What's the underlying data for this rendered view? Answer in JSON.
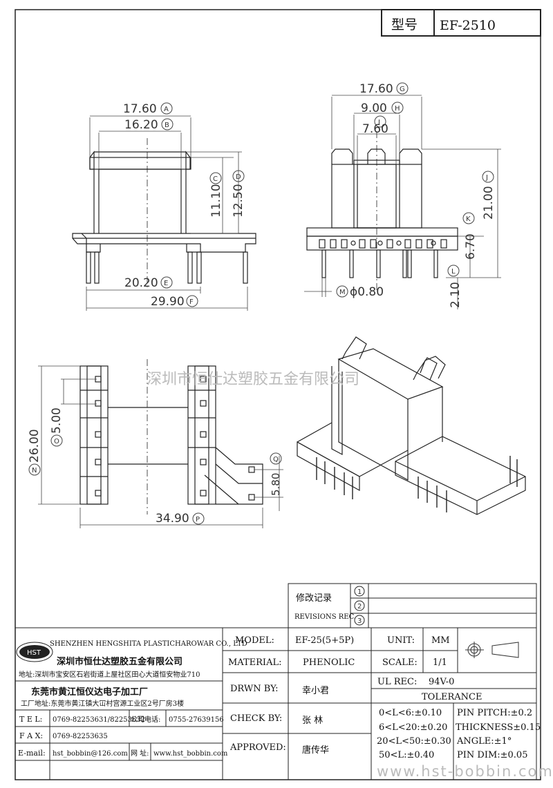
{
  "title_block": {
    "model_label": "型号",
    "model_value": "EF-2510"
  },
  "dimensions": {
    "A": {
      "value": "17.60",
      "mark": "A"
    },
    "B": {
      "value": "16.20",
      "mark": "B"
    },
    "C": {
      "value": "11.10",
      "mark": "C"
    },
    "D": {
      "value": "12.50",
      "mark": "D"
    },
    "E": {
      "value": "20.20",
      "mark": "E"
    },
    "F": {
      "value": "29.90",
      "mark": "F"
    },
    "G": {
      "value": "17.60",
      "mark": "G"
    },
    "H": {
      "value": "9.00",
      "mark": "H"
    },
    "I": {
      "value": "7.60",
      "mark": "I"
    },
    "J": {
      "value": "21.00",
      "mark": "J"
    },
    "K": {
      "value": "6.70",
      "mark": "K"
    },
    "L": {
      "value": "2.10",
      "mark": "L"
    },
    "M": {
      "value": "ϕ0.80",
      "mark": "M"
    },
    "N": {
      "value": "26.00",
      "mark": "N"
    },
    "O": {
      "value": "5.00",
      "mark": "O"
    },
    "P": {
      "value": "34.90",
      "mark": "P"
    },
    "Q": {
      "value": "5.80",
      "mark": "Q"
    }
  },
  "watermark_center": "深圳市恒仕达塑胶五金有限公司",
  "watermark_bottom": "www.hst-bobbin.com",
  "revisions": {
    "label_cn": "修改记录",
    "label_en": "REVISIONS REC.",
    "rows": [
      "1",
      "2",
      "3"
    ]
  },
  "company": {
    "name_en": "SHENZHEN HENGSHITA PLASTICHAROWAR CO., LTD",
    "logo_text": "HST",
    "name_cn": "深圳市恒仕达塑胶五金有限公司",
    "address": "地址:深圳市宝安区石岩街道上屋社区田心大道恒安物业710",
    "factory": "东莞市黄江恒仪达电子加工厂",
    "factory_address": "工厂地址:东莞市黄江镇大冚村宫源工业区2号厂房3楼",
    "tel_label": "T E L:",
    "tel": "0769-82253631/82253632",
    "company_tel_label": "公司电话:",
    "company_tel": "0755-27639156",
    "fax_label": "F A X:",
    "fax": "0769-82253635",
    "email_label": "E-mail:",
    "email": "hst_bobbin@126.com",
    "web_label": "网  址:",
    "web": "www.hst_bobbin.com"
  },
  "spec": {
    "model_label": "MODEL:",
    "model": "EF-25(5+5P)",
    "unit_label": "UNIT:",
    "unit": "MM",
    "material_label": "MATERIAL:",
    "material": "PHENOLIC",
    "scale_label": "SCALE:",
    "scale": "1/1",
    "drawn_label": "DRWN BY:",
    "drawn": "幸小君",
    "ul_label": "UL REC:",
    "ul": "94V-0",
    "tolerance_label": "TOLERANCE",
    "check_label": "CHECK BY:",
    "check": "张   林",
    "approved_label": "APPROVED:",
    "approved": "唐传华",
    "tol": [
      "0<L<6:±0.10",
      "6<L<20:±0.20",
      "20<L<50:±0.30",
      "50<L:±0.40"
    ],
    "tol2": [
      "PIN PITCH:±0.2",
      "THICKNESS±0.15",
      "ANGLE:±1°",
      "PIN DIM:±0.05"
    ]
  }
}
